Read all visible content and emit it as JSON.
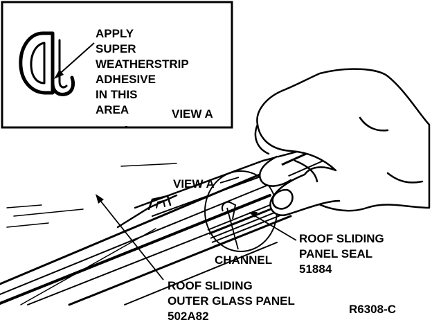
{
  "inset": {
    "note_lines": [
      "APPLY",
      "SUPER",
      "WEATHERSTRIP",
      "ADHESIVE",
      "IN THIS",
      "AREA"
    ],
    "view_label": "VIEW A"
  },
  "callouts": {
    "view_a": "VIEW A",
    "seal_line1": "ROOF SLIDING",
    "seal_line2": "PANEL SEAL",
    "seal_part": "51884",
    "channel": "CHANNEL",
    "glass_line1": "ROOF SLIDING",
    "glass_line2": "OUTER GLASS PANEL",
    "glass_part": "502A82"
  },
  "figure_id": "R6308-C"
}
